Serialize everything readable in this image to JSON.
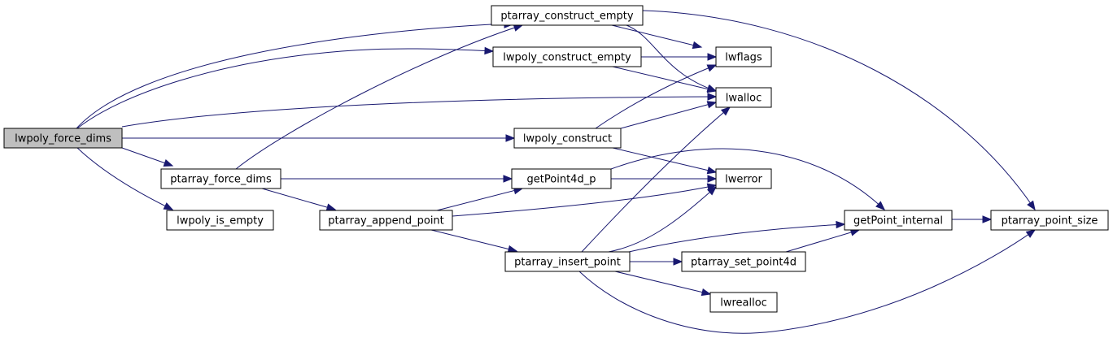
{
  "graph": {
    "colors": {
      "edge": "#191970",
      "node_fill": "#ffffff",
      "root_fill": "#bfbfbf",
      "border": "#000000"
    },
    "nodes": {
      "lwpoly_force_dims": "lwpoly_force_dims",
      "ptarray_force_dims": "ptarray_force_dims",
      "lwpoly_is_empty": "lwpoly_is_empty",
      "ptarray_append_point": "ptarray_append_point",
      "ptarray_construct_empty": "ptarray_construct_empty",
      "lwpoly_construct_empty": "lwpoly_construct_empty",
      "lwpoly_construct": "lwpoly_construct",
      "getPoint4d_p": "getPoint4d_p",
      "ptarray_insert_point": "ptarray_insert_point",
      "lwflags": "lwflags",
      "lwalloc": "lwalloc",
      "lwerror": "lwerror",
      "ptarray_set_point4d": "ptarray_set_point4d",
      "lwrealloc": "lwrealloc",
      "getPoint_internal": "getPoint_internal",
      "ptarray_point_size": "ptarray_point_size"
    }
  }
}
